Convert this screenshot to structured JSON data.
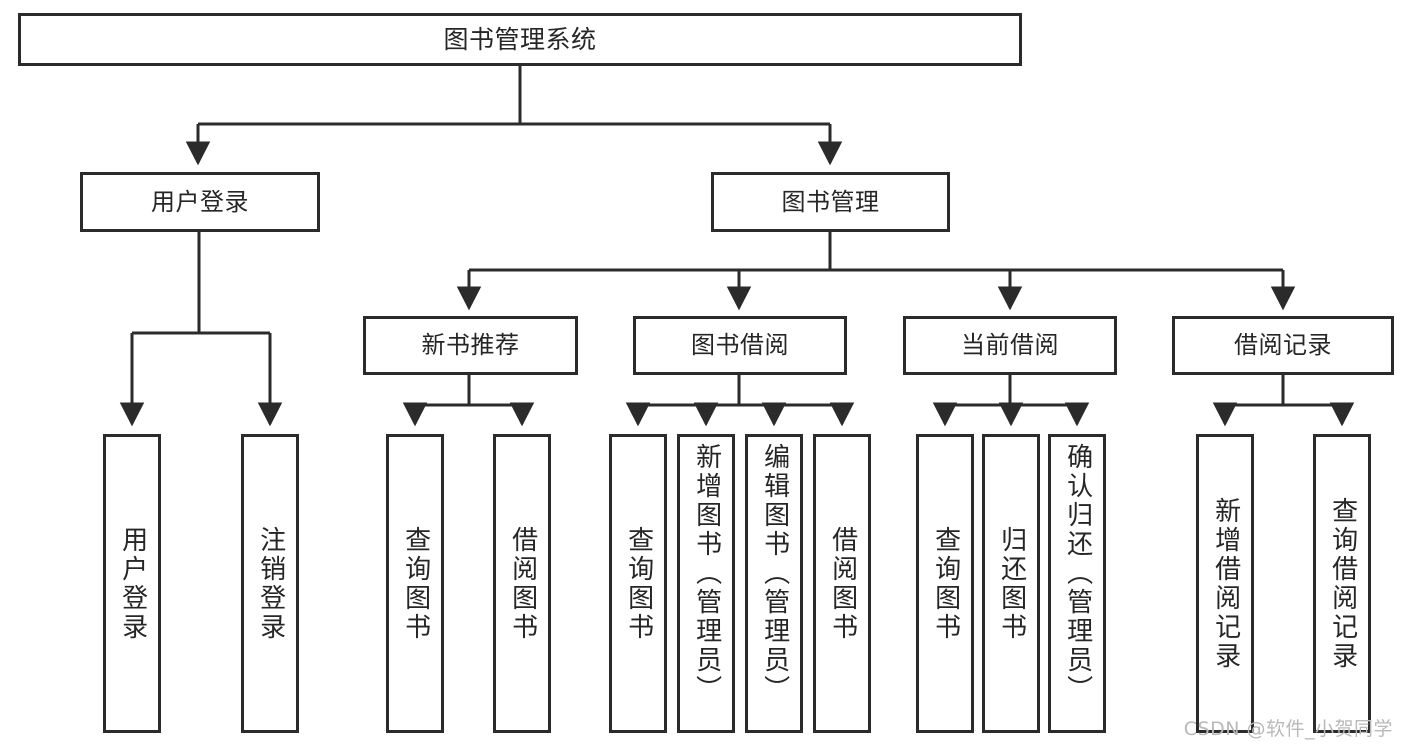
{
  "diagram": {
    "title": "图书管理系统",
    "watermark": "CSDN @软件_小贺同学",
    "colors": {
      "line": "#2b2b2b",
      "box_border": "#2b2b2b",
      "box_fill": "#ffffff",
      "text": "#262626",
      "watermark": "#b9b9b9",
      "background": "#ffffff"
    },
    "levels": {
      "root": "图书管理系统",
      "level2": [
        "用户登录",
        "图书管理"
      ],
      "level3": [
        "新书推荐",
        "图书借阅",
        "当前借阅",
        "借阅记录"
      ]
    },
    "nodes": {
      "root": {
        "label": "图书管理系统"
      },
      "user_login": {
        "label": "用户登录"
      },
      "book_manage": {
        "label": "图书管理"
      },
      "new_book_rec": {
        "label": "新书推荐"
      },
      "book_borrow": {
        "label": "图书借阅"
      },
      "current_borrow": {
        "label": "当前借阅"
      },
      "borrow_record": {
        "label": "借阅记录"
      }
    },
    "leaves": {
      "user_login": [
        {
          "label": "用户登录"
        },
        {
          "label": "注销登录"
        }
      ],
      "new_book_rec": [
        {
          "label": "查询图书"
        },
        {
          "label": "借阅图书"
        }
      ],
      "book_borrow": [
        {
          "label": "查询图书"
        },
        {
          "label": "新增图书（管理员）"
        },
        {
          "label": "编辑图书（管理员）"
        },
        {
          "label": "借阅图书"
        }
      ],
      "current_borrow": [
        {
          "label": "查询图书"
        },
        {
          "label": "归还图书"
        },
        {
          "label": "确认归还（管理员）"
        }
      ],
      "borrow_record": [
        {
          "label": "新增借阅记录"
        },
        {
          "label": "查询借阅记录"
        }
      ]
    }
  }
}
